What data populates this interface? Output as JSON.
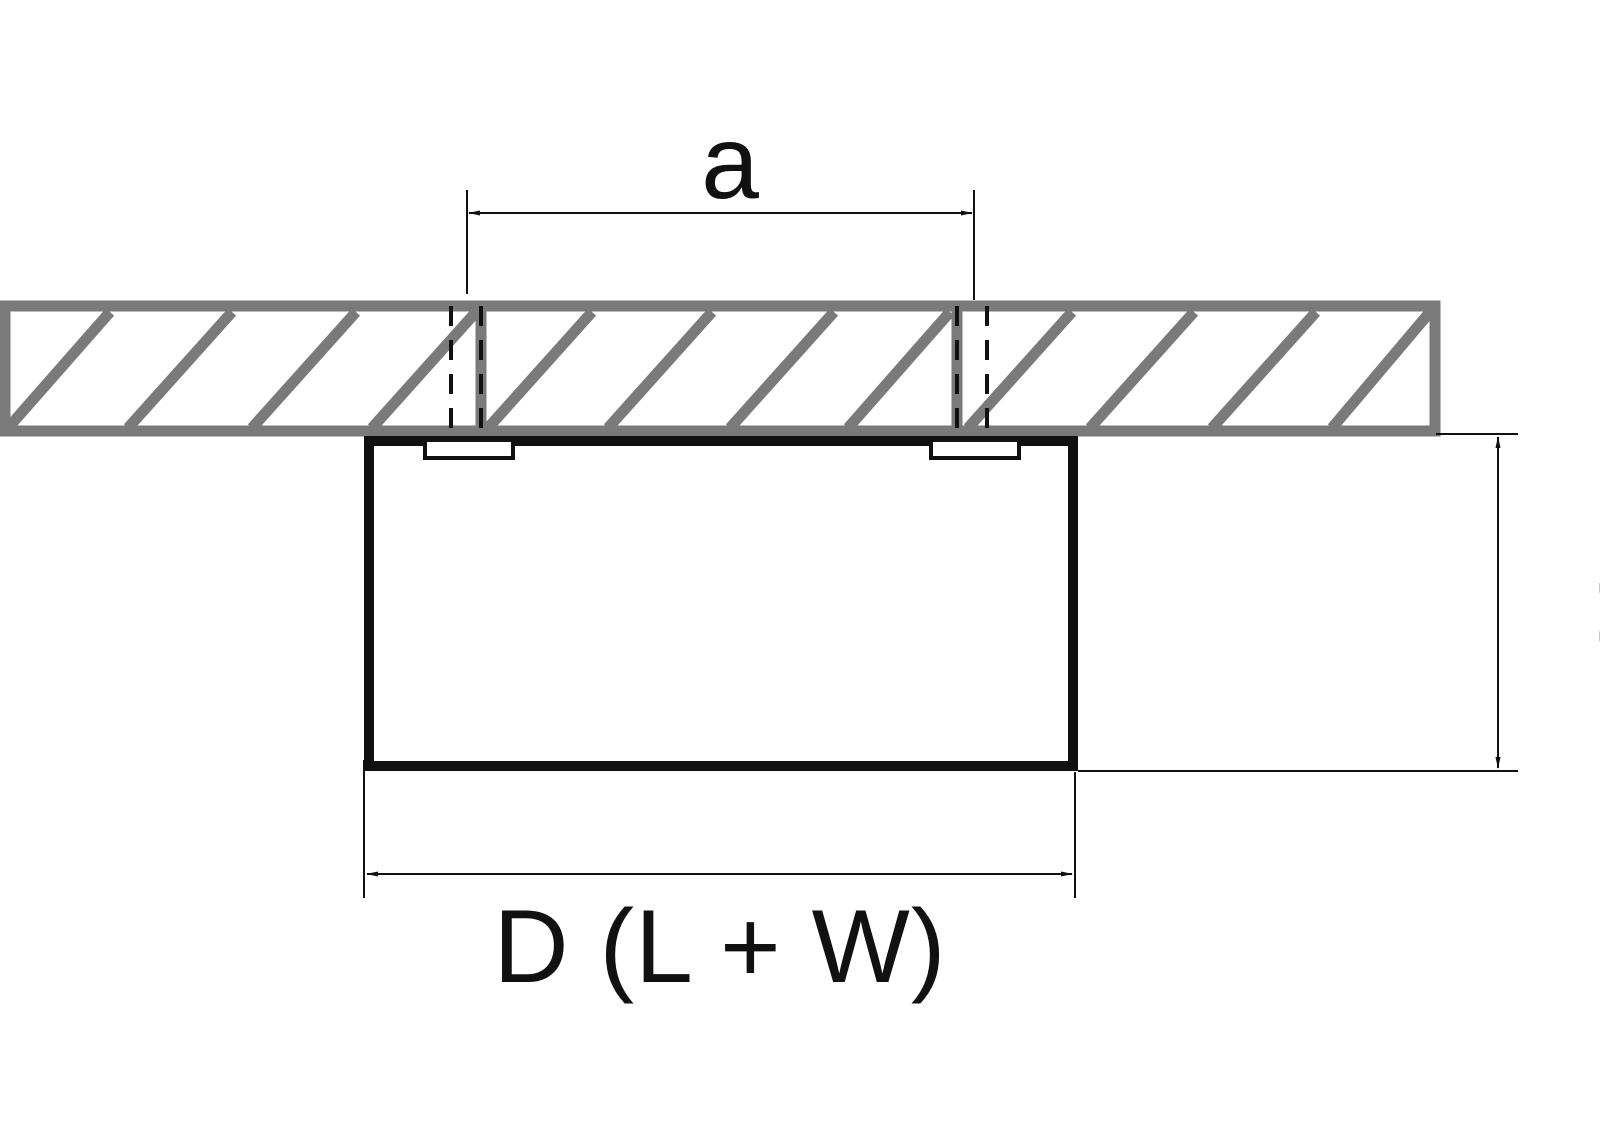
{
  "diagram": {
    "labels": {
      "spacing": "a",
      "width": "D (L + W)",
      "height": "H"
    },
    "colors": {
      "ceiling_panel": "#7a7a7a",
      "fixture_outline": "#111111",
      "dimension_lines": "#111111",
      "background": "#ffffff"
    }
  }
}
